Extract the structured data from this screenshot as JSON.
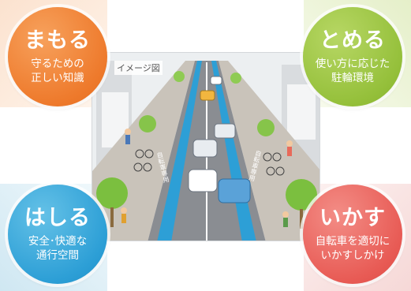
{
  "scene": {
    "label": "イメージ図"
  },
  "circles": {
    "mamoru": {
      "title": "まもる",
      "desc_line1": "守るための",
      "desc_line2": "正しい知識",
      "color": "#ee7a2c"
    },
    "tomeru": {
      "title": "とめる",
      "desc_line1": "使い方に応じた",
      "desc_line2": "駐輪環境",
      "color": "#95c03b"
    },
    "hashiru": {
      "title": "はしる",
      "desc_line1": "安全･快適な",
      "desc_line2": "通行空間",
      "color": "#2d9fd6"
    },
    "ikasu": {
      "title": "いかす",
      "desc_line1": "自転車を適切に",
      "desc_line2": "いかすしかけ",
      "color": "#e85b55"
    }
  },
  "lanes": {
    "left_text": "自転車専用",
    "right_text": "自転車専用"
  }
}
